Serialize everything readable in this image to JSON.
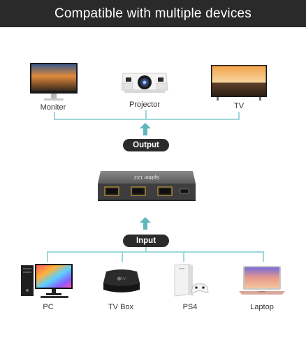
{
  "header": {
    "title": "Compatible with multiple devices"
  },
  "outputs": {
    "pill": "Output",
    "devices": [
      {
        "label": "Moniter",
        "icon": "monitor-icon"
      },
      {
        "label": "Projector",
        "icon": "projector-icon"
      },
      {
        "label": "TV",
        "icon": "tv-icon"
      }
    ]
  },
  "splitter": {
    "brand_text": "Splitter 1X2"
  },
  "inputs": {
    "pill": "Input",
    "devices": [
      {
        "label": "PC",
        "icon": "pc-icon"
      },
      {
        "label": "TV Box",
        "icon": "tv-box-icon"
      },
      {
        "label": "PS4",
        "icon": "ps4-icon"
      },
      {
        "label": "Laptop",
        "icon": "laptop-icon"
      }
    ]
  },
  "colors": {
    "header_bg": "#2a2a2a",
    "accent_teal": "#5fb7bb",
    "connector": "#9ed6d9",
    "pill_bg": "#2b2b2b"
  }
}
